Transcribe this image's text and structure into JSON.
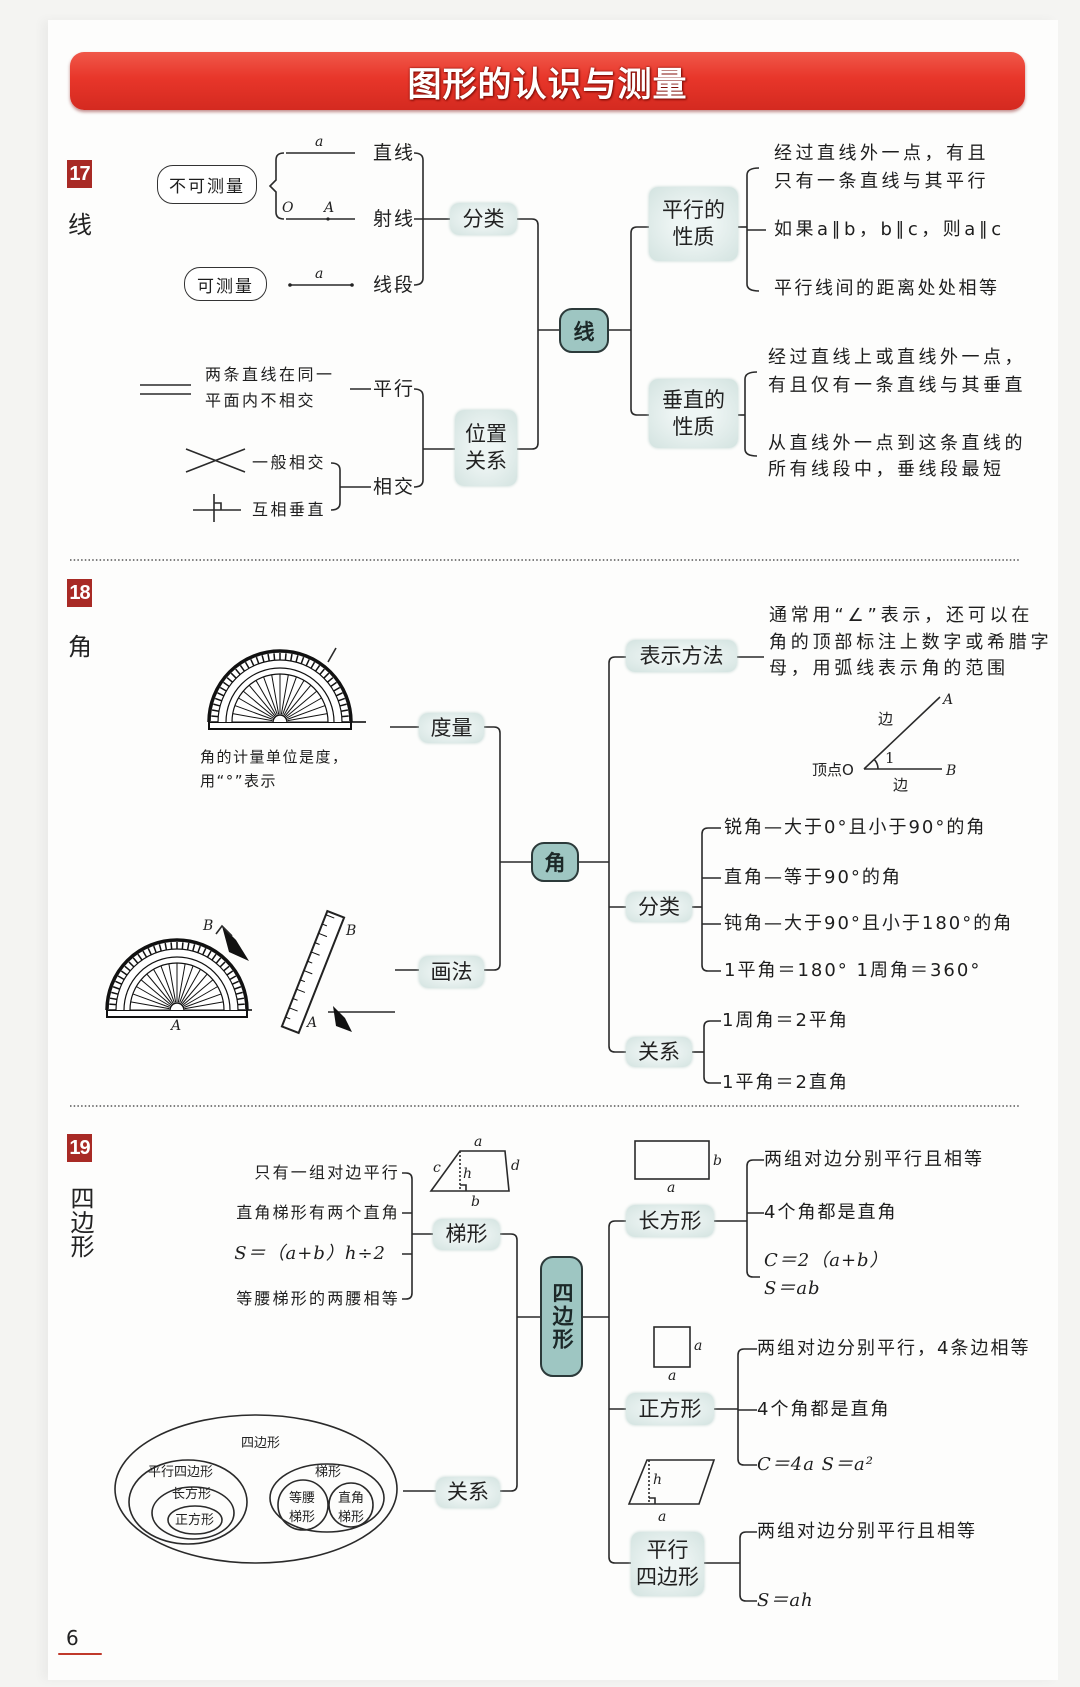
{
  "title": "图形的认识与测量",
  "page_number": "6",
  "s17": {
    "number": "17",
    "name": "线",
    "center": "线",
    "not_measurable": "不可测量",
    "measurable": "可测量",
    "fig": {
      "line_a": "a",
      "ray_o": "O",
      "ray_a": "A",
      "seg_a": "a"
    },
    "types": [
      "直线",
      "射线",
      "线段"
    ],
    "classify": "分类",
    "position": [
      "位置",
      "关系"
    ],
    "parallel": {
      "label": "平行",
      "desc": [
        "两条直线在同一",
        "平面内不相交"
      ]
    },
    "intersect": {
      "label": "相交",
      "general": "一般相交",
      "perpendicular": "互相垂直"
    },
    "parallel_props": {
      "label": [
        "平行的",
        "性质"
      ],
      "items": [
        "经过直线外一点，有且",
        "只有一条直线与其平行",
        "如果a∥b，b∥c，则a∥c",
        "平行线间的距离处处相等"
      ]
    },
    "perp_props": {
      "label": [
        "垂直的",
        "性质"
      ],
      "items": [
        "经过直线上或直线外一点，",
        "有且仅有一条直线与其垂直",
        "从直线外一点到这条直线的",
        "所有线段中，垂线段最短"
      ]
    }
  },
  "s18": {
    "number": "18",
    "name": "角",
    "center": "角",
    "measure": {
      "label": "度量",
      "caption": [
        "角的计量单位是度，",
        "用“°”表示"
      ]
    },
    "draw": {
      "label": "画法",
      "A": "A",
      "B": "B"
    },
    "notation": {
      "label": "表示方法",
      "text": [
        "通常用“∠”表示，还可以在",
        "角的顶部标注上数字或希腊字",
        "母，用弧线表示角的范围"
      ],
      "diagram": {
        "vertex": "顶点O",
        "side": "边",
        "angle": "1",
        "A": "A",
        "B": "B"
      }
    },
    "classify": {
      "label": "分类",
      "items": [
        "锐角—大于0°且小于90°的角",
        "直角—等于90°的角",
        "钝角—大于90°且小于180°的角",
        "1平角＝180°  1周角＝360°"
      ]
    },
    "relation": {
      "label": "关系",
      "items": [
        "1周角＝2平角",
        "1平角＝2直角"
      ]
    }
  },
  "s19": {
    "number": "19",
    "name": "四边形",
    "center": "四边形",
    "trapezoid": {
      "label": "梯形",
      "items": [
        "只有一组对边平行",
        "直角梯形有两个直角",
        "S＝（a+b）h÷2",
        "等腰梯形的两腰相等"
      ],
      "fig": {
        "a": "a",
        "b": "b",
        "c": "c",
        "d": "d",
        "h": "h"
      }
    },
    "relation": {
      "label": "关系",
      "venn": {
        "outer": "四边形",
        "para": "平行四边形",
        "rect": "长方形",
        "square": "正方形",
        "trap": "梯形",
        "iso": [
          "等腰",
          "梯形"
        ],
        "right": [
          "直角",
          "梯形"
        ]
      }
    },
    "rectangle": {
      "label": "长方形",
      "items": [
        "两组对边分别平行且相等",
        "4个角都是直角",
        "C＝2（a+b）",
        "S＝ab"
      ],
      "fig": {
        "a": "a",
        "b": "b"
      }
    },
    "square": {
      "label": "正方形",
      "items": [
        "两组对边分别平行，4条边相等",
        "4个角都是直角",
        "C＝4a   S＝a²"
      ],
      "fig": {
        "a": "a"
      }
    },
    "parallelogram": {
      "label": [
        "平行",
        "四边形"
      ],
      "items": [
        "两组对边分别平行且相等",
        "S＝ah"
      ],
      "fig": {
        "a": "a",
        "h": "h"
      }
    }
  }
}
